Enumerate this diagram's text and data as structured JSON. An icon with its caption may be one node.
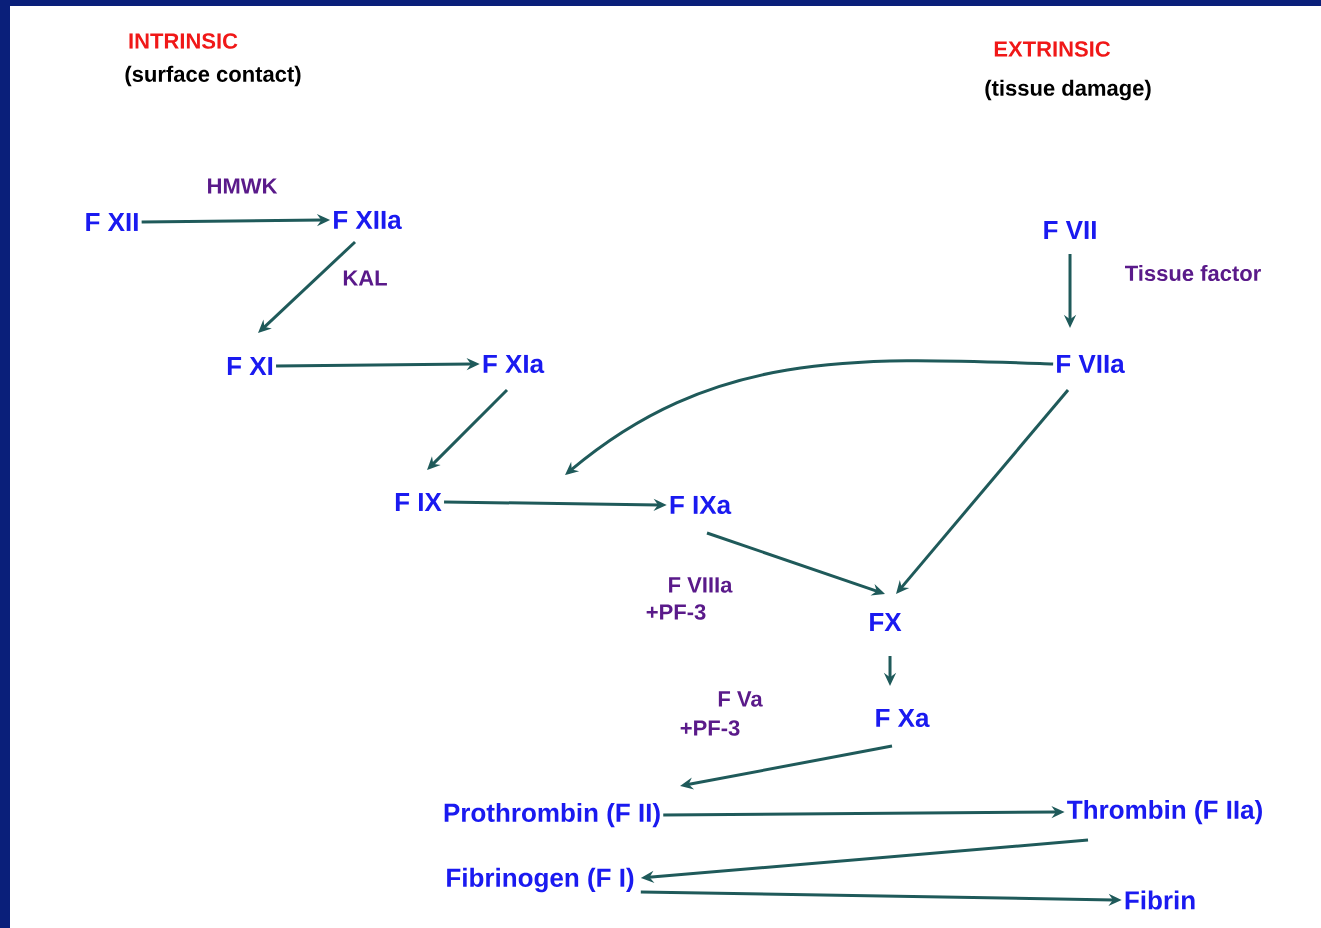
{
  "diagram": {
    "nodes": [
      {
        "text": [
          "F XII"
        ]
      },
      {
        "text": [
          "F XIIa"
        ]
      },
      {
        "text": [
          "F XI"
        ]
      },
      {
        "text": [
          "F XIa"
        ]
      },
      {
        "text": [
          "F IX"
        ]
      },
      {
        "text": [
          "F IXa"
        ]
      },
      {
        "text": [
          "F VII"
        ]
      },
      {
        "text": [
          "F VIIa"
        ]
      },
      {
        "text": [
          "FX"
        ]
      },
      {
        "text": [
          "F Xa"
        ]
      },
      {
        "text": [
          "Prothrombin (F II)"
        ]
      },
      {
        "text": [
          "Thrombin (F IIa)"
        ]
      },
      {
        "text": [
          "Fibrinogen (F I)"
        ]
      },
      {
        "text": [
          "Fibrin"
        ]
      }
    ],
    "edges": [
      {
        "from": 0,
        "to": 1,
        "arrow": "to",
        "label": "HMWK"
      },
      {
        "from": 1,
        "to": 2,
        "arrow": "to",
        "label": "KAL"
      },
      {
        "from": 2,
        "to": 3,
        "arrow": "to"
      },
      {
        "from": 3,
        "to": 4,
        "arrow": "to"
      },
      {
        "from": 4,
        "to": 5,
        "arrow": "to"
      },
      {
        "from": 6,
        "to": 7,
        "arrow": "to",
        "label": "Tissue factor"
      },
      {
        "from": 7,
        "to": null,
        "arrow": "to"
      },
      {
        "from": 5,
        "to": 8,
        "arrow": "to"
      },
      {
        "from": 7,
        "to": 8,
        "arrow": "to"
      },
      {
        "from": 8,
        "to": 9,
        "arrow": "to"
      },
      {
        "from": 9,
        "to": 10,
        "arrow": "to"
      },
      {
        "from": 10,
        "to": 11,
        "arrow": "to"
      },
      {
        "from": 11,
        "to": 12,
        "arrow": "to"
      },
      {
        "from": 12,
        "to": 13,
        "arrow": "to"
      }
    ],
    "labels": [
      "INTRINSIC",
      "(surface contact)",
      "EXTRINSIC",
      "(tissue damage)",
      "F VIIIa",
      "+PF-3",
      "F Va",
      "+PF-3"
    ]
  }
}
